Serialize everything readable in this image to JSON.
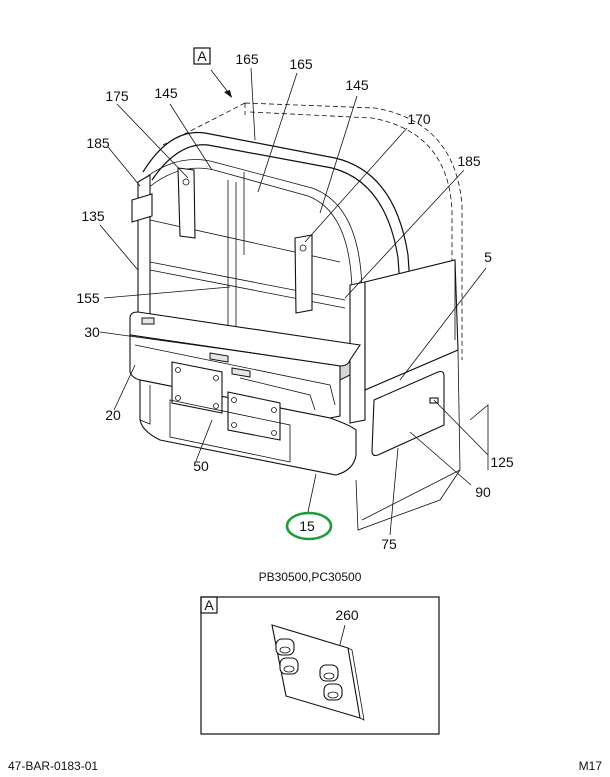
{
  "callouts": {
    "c165a": "165",
    "c165b": "165",
    "c145a": "145",
    "c145b": "145",
    "c175": "175",
    "c170": "170",
    "c185a": "185",
    "c185b": "185",
    "c135": "135",
    "c155": "155",
    "c5": "5",
    "c30": "30",
    "c20": "20",
    "c125": "125",
    "c50": "50",
    "c90": "90",
    "c15": "15",
    "c75": "75",
    "c260": "260"
  },
  "view_markers": {
    "main": "A",
    "detail": "A"
  },
  "model_caption": "PB30500,PC30500",
  "footer": {
    "drawing_number": "47-BAR-0183-01",
    "sheet": "M17"
  },
  "highlight_color": "#1e9e3a"
}
